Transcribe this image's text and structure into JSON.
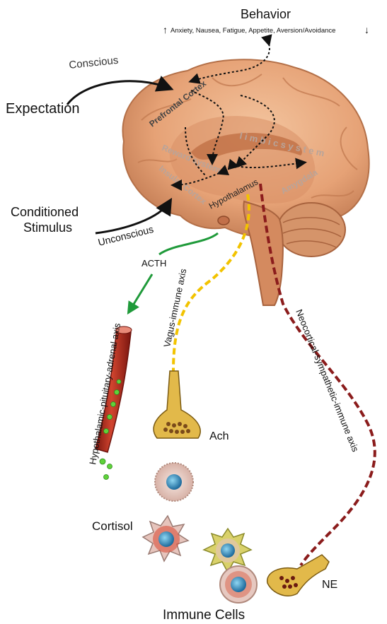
{
  "behavior": {
    "title": "Behavior",
    "up_arrow": "↑",
    "list": "Anxiety, Nausea, Fatigue, Appetite, Aversion/Avoidance",
    "down_arrow": "↓"
  },
  "inputs": {
    "conscious": "Conscious",
    "expectation": "Expectation",
    "conditioned_line1": "Conditioned",
    "conditioned_line2": "Stimulus",
    "unconscious": "Unconscious"
  },
  "brain": {
    "prefrontal_cortex": "Prefrontal Cortex",
    "limbic_system": "l i m b i c   s y s t e m",
    "reward_system": "Reward system",
    "insular_cortex": "Insular Cortex",
    "hypothalamus": "Hypothalamus",
    "amygdala": "Amygdala"
  },
  "pathways": {
    "acth": "ACTH",
    "hpa_axis": "Hypothalamic-pituitary-adrenal axis",
    "vagus_axis": "Vagus-immune axis",
    "sympathetic_axis": "Neocortical-sympathetic-immune axis"
  },
  "mediators": {
    "ach": "Ach",
    "cortisol": "Cortisol",
    "ne": "NE"
  },
  "footer": {
    "immune_cells": "Immune Cells"
  },
  "colors": {
    "brain_fill": "#e8a87c",
    "brain_dark": "#c9835a",
    "hpa_green": "#1f9a3a",
    "vagus_yellow": "#f2c300",
    "sympathetic_red": "#8b1c1c",
    "vessel_red": "#b02a1e"
  }
}
